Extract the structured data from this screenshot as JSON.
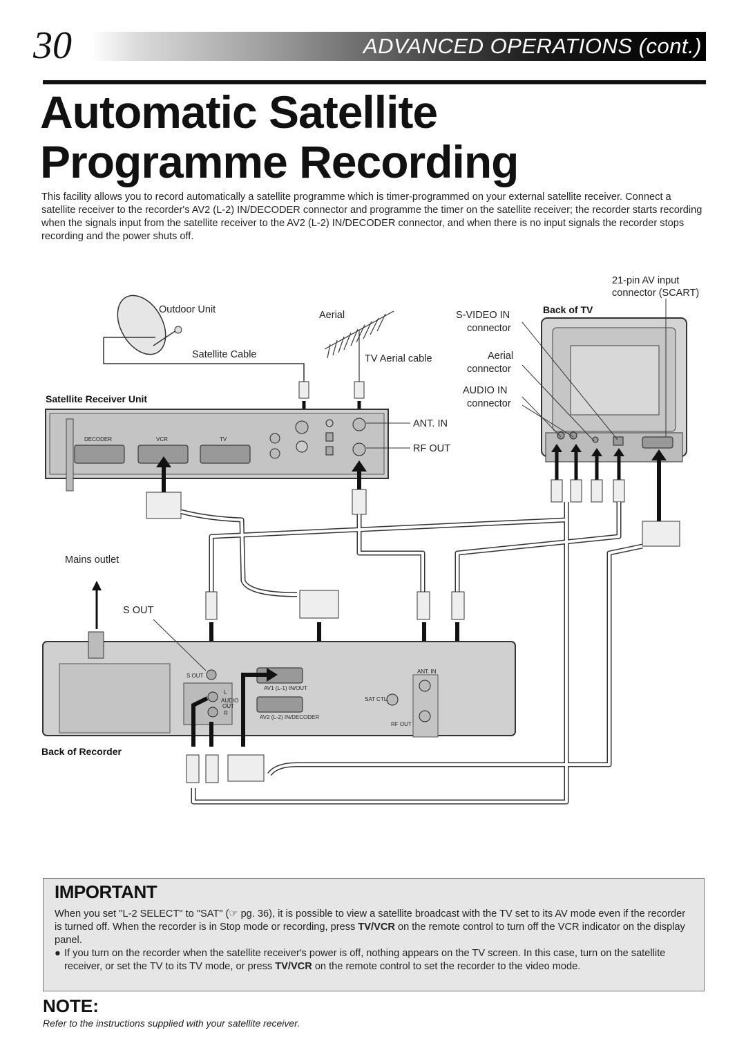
{
  "header": {
    "page_number": "30",
    "section": "ADVANCED OPERATIONS (cont.)"
  },
  "title": {
    "line1": "Automatic Satellite",
    "line2": "Programme Recording"
  },
  "intro": "This facility allows you to record automatically a satellite programme which is timer-programmed on your external satellite receiver. Connect a satellite receiver to the recorder's AV2 (L-2) IN/DECODER connector and programme the timer on the satellite receiver; the recorder starts recording when the signals input from the satellite receiver to the AV2 (L-2) IN/DECODER connector, and when there is no input signals the recorder stops recording and the power shuts off.",
  "diagram": {
    "outdoor_unit": "Outdoor Unit",
    "satellite_cable": "Satellite Cable",
    "aerial": "Aerial",
    "tv_aerial_cable": "TV Aerial cable",
    "satellite_receiver_unit": "Satellite Receiver Unit",
    "decoder": "DECODER",
    "vcr": "VCR",
    "tv": "TV",
    "ant_in": "ANT. IN",
    "rf_out": "RF OUT",
    "s_video_in": "S-VIDEO IN",
    "s_video_connector": "connector",
    "aerial_connector_1": "Aerial",
    "aerial_connector_2": "connector",
    "audio_in": "AUDIO IN",
    "audio_connector": "connector",
    "pin_av_1": "21-pin AV input",
    "pin_av_2": "connector (SCART)",
    "back_of_tv": "Back of TV",
    "mains_outlet": "Mains outlet",
    "s_out": "S OUT",
    "back_of_recorder": "Back of Recorder",
    "rec_s_out": "S OUT",
    "rec_audio": "AUDIO",
    "rec_out": "OUT",
    "rec_l": "L",
    "rec_r": "R",
    "rec_av1": "AV1 (L-1) IN/OUT",
    "rec_av2": "AV2 (L-2) IN/DECODER",
    "rec_sat_ctl": "SAT CTL.",
    "rec_ant_in": "ANT. IN",
    "rec_rf_out": "RF OUT"
  },
  "important": {
    "heading": "IMPORTANT",
    "para_a": "When you set \"L-2 SELECT\" to \"SAT\" (",
    "para_pointer": "☞",
    "para_b": " pg. 36), it is possible to view a satellite broadcast with the TV set to its AV mode even if the recorder is turned off. When the recorder is in Stop mode or recording, press ",
    "para_bold1": "TV/VCR",
    "para_c": " on the remote control to turn off the VCR indicator on the display panel.",
    "bullet": "●",
    "bullet_a": "If you turn on the recorder when the satellite receiver's power is off, nothing appears on the TV screen. In this case, turn on the satellite receiver, or set the TV to its TV mode, or press ",
    "bullet_bold": "TV/VCR",
    "bullet_b": " on the remote control to set the recorder to the video mode."
  },
  "note": {
    "heading": "NOTE:",
    "text": "Refer to the instructions supplied with your satellite receiver."
  }
}
